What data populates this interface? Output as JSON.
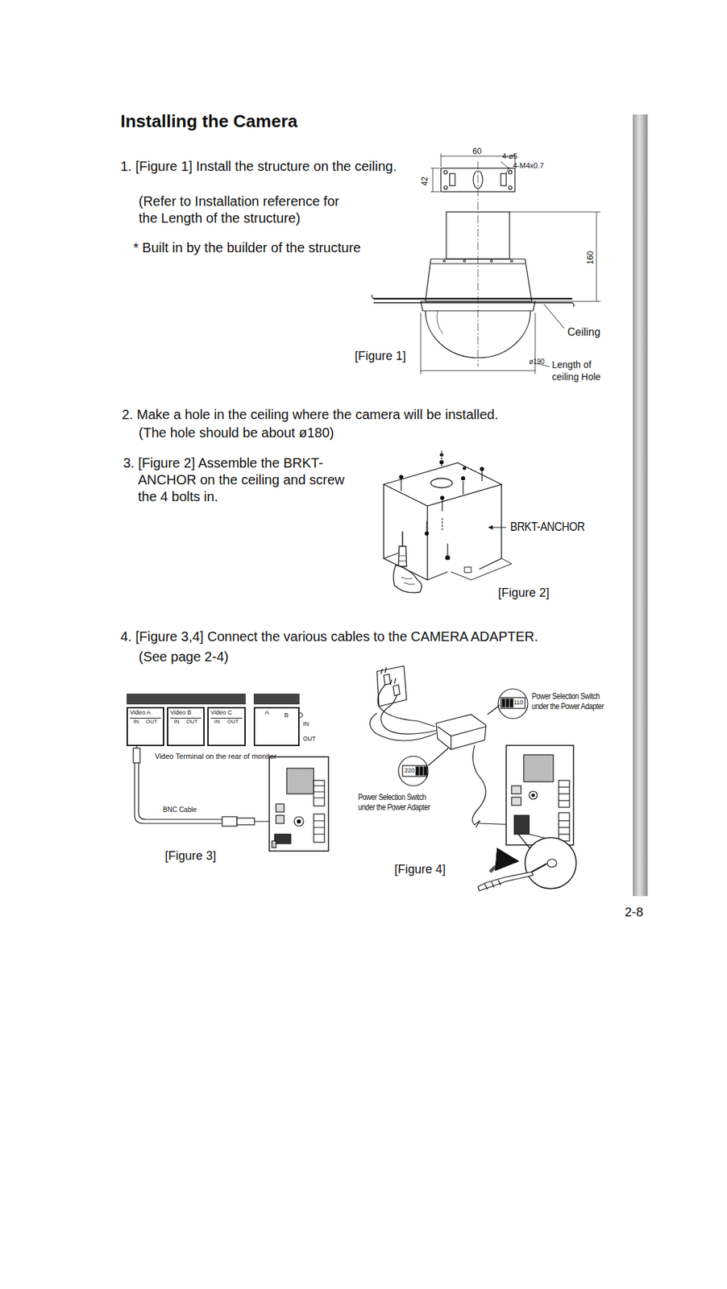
{
  "diagram": {
    "title": "Installing the Camera",
    "nodes": [
      {
        "text": [
          "Video A",
          "IN",
          "OUT"
        ]
      },
      {
        "text": [
          "Video B",
          "IN",
          "OUT"
        ]
      },
      {
        "text": [
          "Video C",
          "IN",
          "OUT"
        ]
      },
      {
        "text": [
          "A",
          "B"
        ]
      }
    ],
    "labels": [
      "1. [Figure 1] Install the structure on the ceiling.",
      "(Refer to Installation reference for the Length of the structure)",
      "* Built in by the builder of the structure",
      "60",
      "4-ø5",
      "4-M4x0.7",
      "42",
      "160",
      "Ceiling",
      "[Figure 1]",
      "ø190",
      "Length of ceiling Hole",
      "2. Make a hole in the ceiling where the camera will be installed.",
      "(The hole should be about ø180)",
      "3. [Figure 2] Assemble the BRKT-ANCHOR on the ceiling and screw the 4 bolts in.",
      "BRKT-ANCHOR",
      "[Figure 2]",
      "4. [Figure 3,4] Connect the various cables to the CAMERA ADAPTER.",
      "(See page 2-4)",
      "IN",
      "OUT",
      "Video Terminal on the rear of moniter",
      "BNC Cable",
      "[Figure 3]",
      "Power Selection Switch under the Power Adapter",
      "110",
      "220",
      "Power Selection Switch under the Power Adapter",
      "[Figure 4]",
      "2-8"
    ]
  }
}
